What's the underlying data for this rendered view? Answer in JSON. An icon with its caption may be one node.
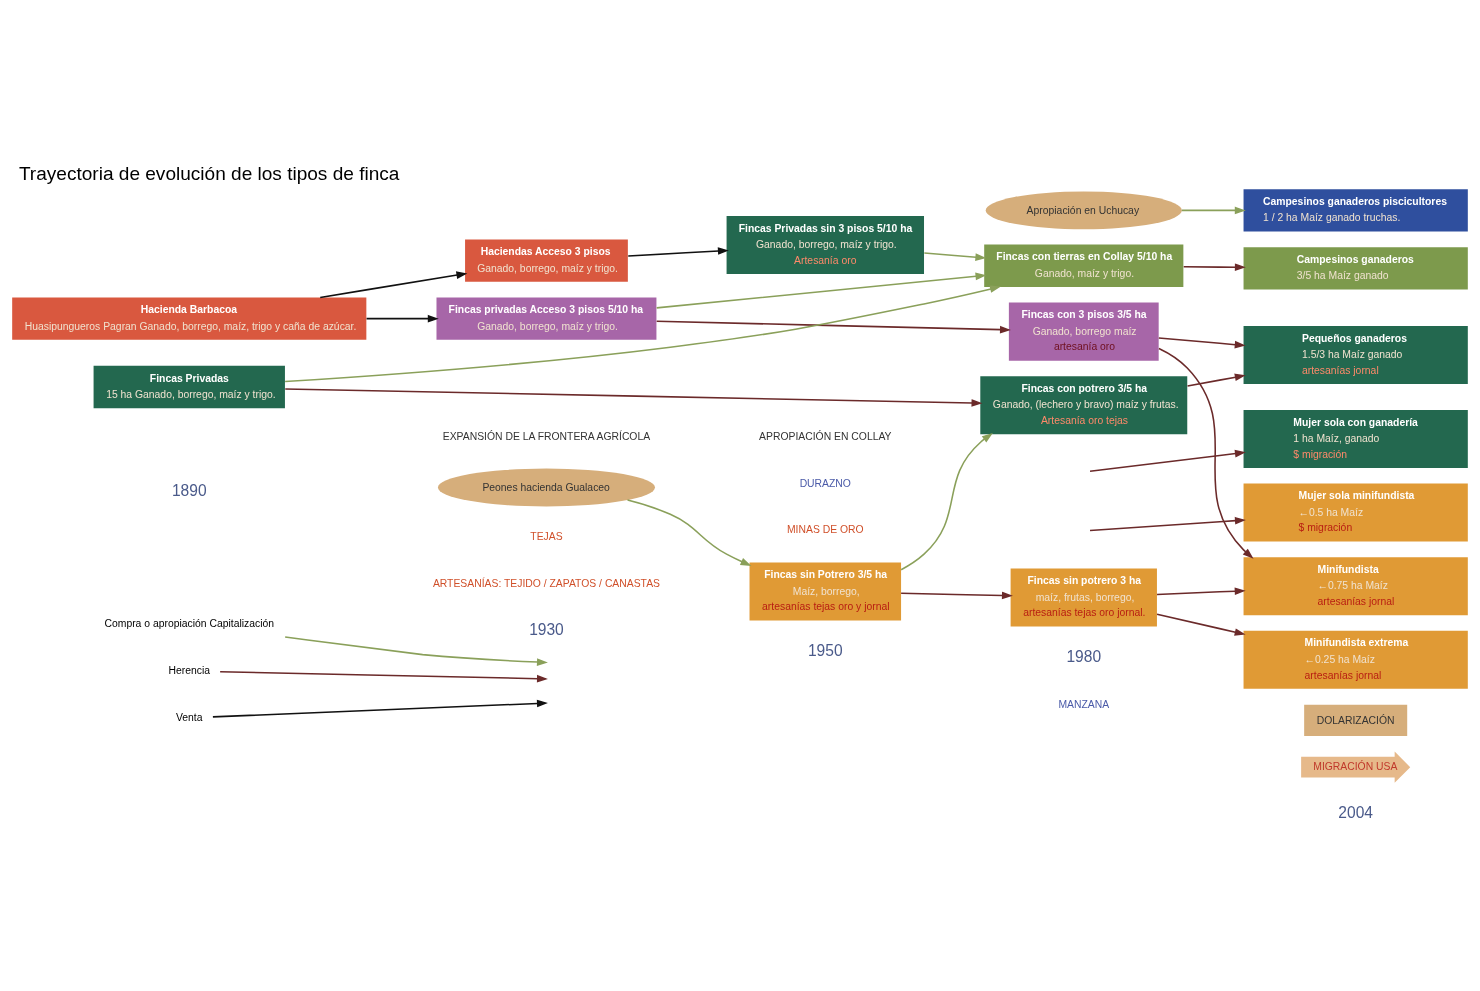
{
  "diagram": {
    "title": "Trayectoria de evolución de los tipos de finca",
    "nodes": [
      {
        "text": [
          "Hacienda Barbacoa",
          "Huasipungueros Pagran Ganado, borrego, maíz, trigo y caña de azúcar."
        ]
      },
      {
        "text": [
          "Haciendas Acceso 3 pisos",
          "Ganado, borrego, maíz y trigo."
        ]
      },
      {
        "text": [
          "Fincas privadas Acceso 3 pisos 5/10 ha",
          "Ganado, borrego, maíz y trigo."
        ]
      },
      {
        "text": [
          "Fincas Privadas",
          "15 ha Ganado, borrego, maíz y trigo."
        ]
      },
      {
        "text": [
          "Peones hacienda Gualaceo"
        ]
      },
      {
        "text": [
          "Fincas Privadas sin 3 pisos 5/10 ha",
          "Ganado, borrego, maíz y trigo.",
          "Artesanía oro"
        ]
      },
      {
        "text": [
          "Fincas sin Potrero 3/5 ha",
          "Maíz, borrego,",
          "artesanías tejas oro y jornal"
        ]
      },
      {
        "text": [
          "Apropiación en Uchucay"
        ]
      },
      {
        "text": [
          "Fincas con tierras en Collay 5/10 ha",
          "Ganado, maíz y trigo."
        ]
      },
      {
        "text": [
          "Fincas con 3 pisos 3/5 ha",
          "Ganado, borrego maíz",
          "artesanía oro"
        ]
      },
      {
        "text": [
          "Fincas con potrero 3/5 ha",
          "Ganado, (lechero y bravo) maíz y frutas.",
          "Artesanía oro tejas"
        ]
      },
      {
        "text": [
          "Fincas sin potrero 3 ha",
          "maíz, frutas, borrego,",
          "artesanías tejas oro jornal."
        ]
      },
      {
        "text": [
          "Campesinos ganaderos piscicultores",
          "1 / 2 ha Maíz ganado truchas."
        ]
      },
      {
        "text": [
          "Campesinos ganaderos",
          "3/5 ha Maíz ganado"
        ]
      },
      {
        "text": [
          "Pequeños ganaderos",
          "1.5/3 ha Maíz ganado",
          "artesanías jornal"
        ]
      },
      {
        "text": [
          "Mujer sola con ganadería",
          "1 ha Maíz, ganado",
          "$ migración"
        ]
      },
      {
        "text": [
          "Mujer sola minifundista",
          "←0.5 ha Maíz",
          "$ migración"
        ]
      },
      {
        "text": [
          "Minifundista",
          "←0.75 ha Maíz",
          "artesanías jornal"
        ]
      },
      {
        "text": [
          "Minifundista extrema",
          "←0.25 ha Maíz",
          "artesanías jornal"
        ]
      },
      {
        "text": [
          "DOLARIZACIÓN"
        ]
      },
      {
        "text": [
          "MIGRACIÓN USA"
        ]
      }
    ],
    "edges": [
      {
        "from": 0,
        "to": 1,
        "arrow": "to",
        "color": "#111111"
      },
      {
        "from": 0,
        "to": 2,
        "arrow": "to",
        "color": "#111111"
      },
      {
        "from": 1,
        "to": 5,
        "arrow": "to",
        "color": "#111111"
      },
      {
        "from": 5,
        "to": 8,
        "arrow": "to",
        "color": "#8aa05a"
      },
      {
        "from": 2,
        "to": 9,
        "arrow": "to"
      },
      {
        "from": 2,
        "to": 8,
        "arrow": "to",
        "color": "#8aa05a"
      },
      {
        "from": 3,
        "to": 10,
        "arrow": "to"
      },
      {
        "from": 3,
        "to": 8,
        "arrow": "to",
        "color": "#8aa05a"
      },
      {
        "from": 4,
        "to": 6,
        "arrow": "to",
        "color": "#8aa05a"
      },
      {
        "from": 6,
        "to": 10,
        "arrow": "to",
        "color": "#8aa05a"
      },
      {
        "from": 6,
        "to": 11,
        "arrow": "to"
      },
      {
        "from": 7,
        "to": 12,
        "arrow": "to",
        "color": "#8aa05a"
      },
      {
        "from": 8,
        "to": 13,
        "arrow": "to"
      },
      {
        "from": 9,
        "to": 14,
        "arrow": "to"
      },
      {
        "from": 9,
        "to": 17,
        "arrow": "to"
      },
      {
        "from": 10,
        "to": 14,
        "arrow": "to"
      },
      {
        "from": null,
        "to": 15,
        "arrow": "to"
      },
      {
        "from": null,
        "to": 16,
        "arrow": "to"
      },
      {
        "from": 11,
        "to": 17,
        "arrow": "to"
      },
      {
        "from": 11,
        "to": 18,
        "arrow": "to"
      }
    ],
    "labels": [
      "1890",
      "1930",
      "1950",
      "1980",
      "2004",
      "APROPIACIÓN EN COLLAY",
      "EXPANSIÓN DE LA FRONTERA AGRÍCOLA",
      "DURAZNO",
      "MANZANA",
      "TEJAS",
      "ARTESANÍAS: TEJIDO / ZAPATOS / CANASTAS",
      "MINAS DE ORO"
    ],
    "legend": [
      {
        "text": "Compra o apropiación Capitalización"
      },
      {
        "text": "Herencia"
      },
      {
        "text": "Venta"
      }
    ]
  }
}
